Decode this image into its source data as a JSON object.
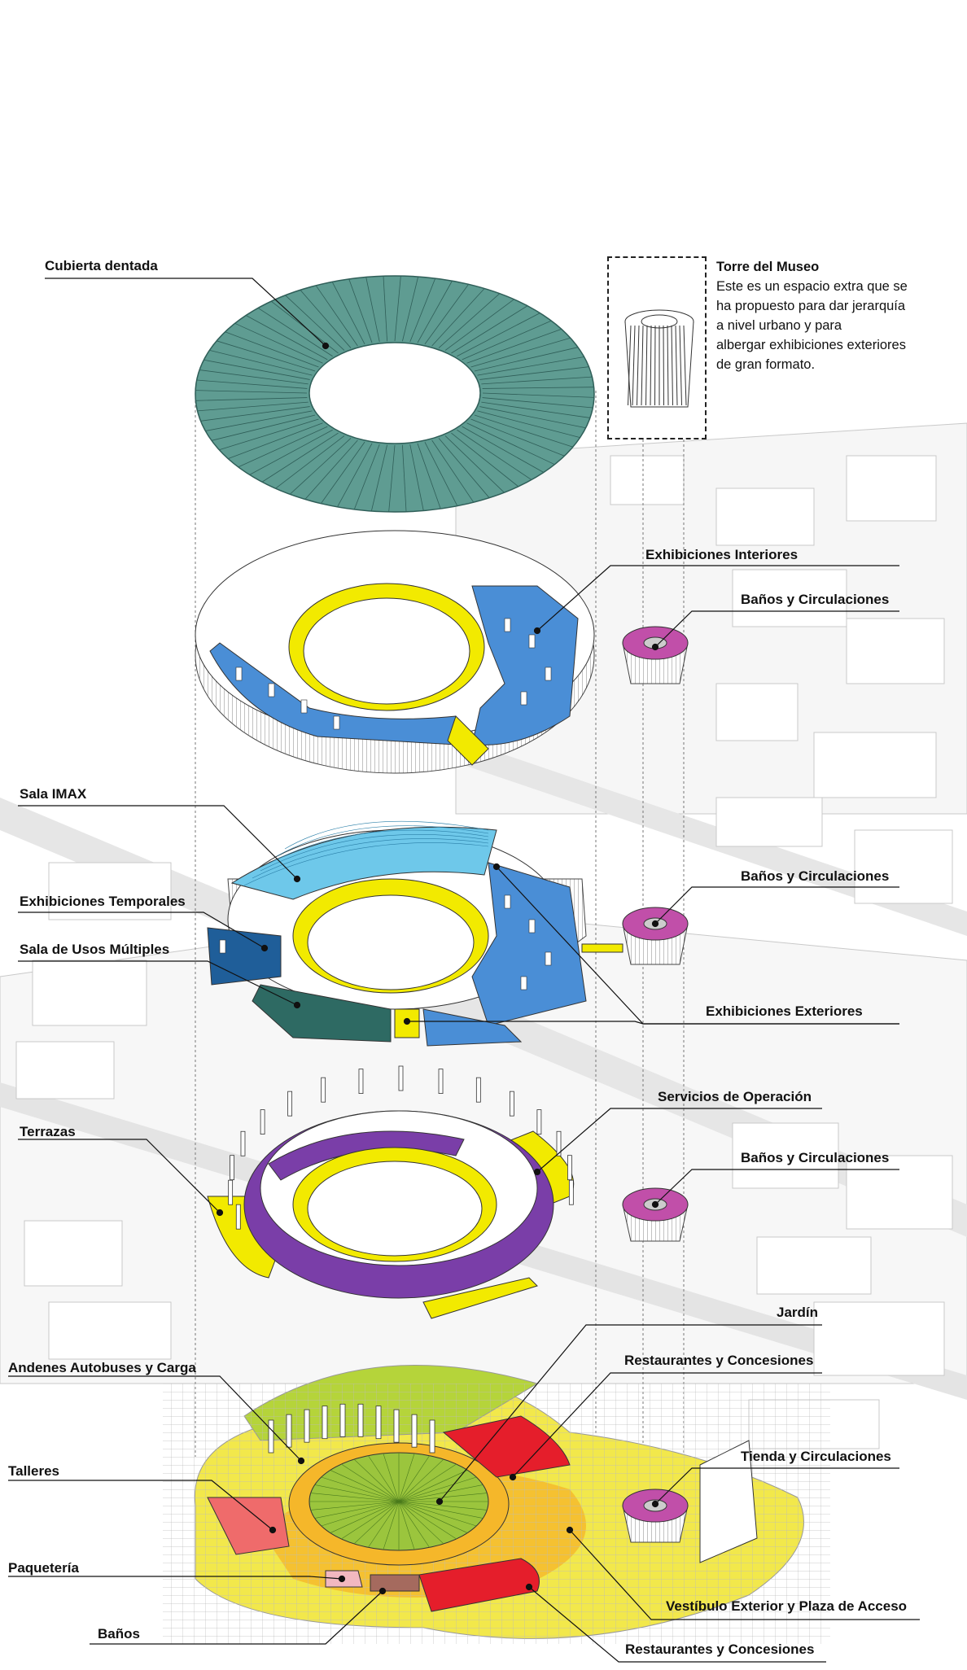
{
  "colors": {
    "roof": "#5f9c92",
    "interior_exhibits": "#4a8ed6",
    "circulation": "#f2ea00",
    "services": "#c14fa9",
    "imax": "#6ec8ea",
    "temporal": "#1f5e99",
    "multiuse": "#2e6a63",
    "terraces_purple": "#7a3ea8",
    "restaurants": "#e51e2b",
    "workshops": "#ef6b6b",
    "garden": "#9bc53d",
    "plaza_yellow": "#f2e84b",
    "plaza_orange": "#f5b72a",
    "parcel_pink": "#f2b8c0",
    "bath_brown": "#a56a5e"
  },
  "labels": {
    "cubierta": "Cubierta dentada",
    "torre_title": "Torre del Museo",
    "torre_desc_1": "Este es un espacio extra que se",
    "torre_desc_2": "ha propuesto para dar jerarquía",
    "torre_desc_3": "a nivel urbano y para",
    "torre_desc_4": "albergar exhibiciones exteriores",
    "torre_desc_5": "de gran formato.",
    "exhib_interiores": "Exhibiciones Interiores",
    "banos_circ_1": "Baños y Circulaciones",
    "sala_imax": "Sala IMAX",
    "banos_circ_2": "Baños y Circulaciones",
    "exhib_temporales": "Exhibiciones Temporales",
    "sala_usos": "Sala de Usos Múltiples",
    "exhib_exteriores": "Exhibiciones Exteriores",
    "servicios_op": "Servicios de Operación",
    "terrazas": "Terrazas",
    "banos_circ_3": "Baños y Circulaciones",
    "jardin": "Jardín",
    "andenes": "Andenes Autobuses y Carga",
    "restaurantes_1": "Restaurantes y Concesiones",
    "tienda": "Tienda y Circulaciones",
    "talleres": "Talleres",
    "paqueteria": "Paquetería",
    "vestibulo": "Vestíbulo Exterior y Plaza de Acceso",
    "banos": "Baños",
    "restaurantes_2": "Restaurantes y Concesiones"
  }
}
